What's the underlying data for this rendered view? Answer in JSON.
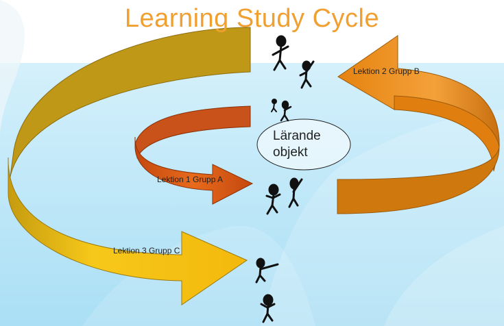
{
  "title": "Learning Study Cycle",
  "center": {
    "line1": "Lärande",
    "line2": "objekt"
  },
  "arrows": [
    {
      "id": "lektion-1",
      "label": "Lektion 1 Grupp A",
      "color": "#e2631a"
    },
    {
      "id": "lektion-2",
      "label": "Lektion 2 Grupp B",
      "color": "#ef8c16"
    },
    {
      "id": "lektion-3",
      "label": "Lektion 3 Grupp C",
      "color": "#f3c112"
    }
  ],
  "colors": {
    "title": "#f0a030",
    "background_top": "#ffffff",
    "background_water": "#bfe7f7",
    "arrow_large_back": "#c19a16"
  }
}
